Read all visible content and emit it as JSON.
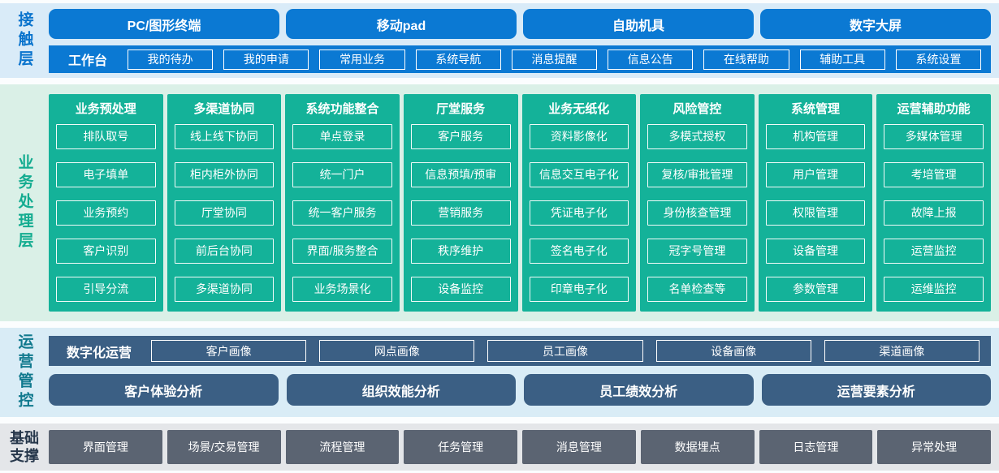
{
  "colors": {
    "accent_blue": "#0b79d3",
    "accent_green": "#14b299",
    "accent_slate": "#3b5f84",
    "accent_gray": "#5b6472",
    "bg_contact": "#d9ebf8",
    "bg_business": "#daf0e7",
    "bg_operation": "#d9ecf6",
    "bg_foundation": "#e4e6e9"
  },
  "layers": {
    "contact": {
      "label": "接触层",
      "channels": [
        "PC/图形终端",
        "移动pad",
        "自助机具",
        "数字大屏"
      ],
      "workbench": {
        "label": "工作台",
        "items": [
          "我的待办",
          "我的申请",
          "常用业务",
          "系统导航",
          "消息提醒",
          "信息公告",
          "在线帮助",
          "辅助工具",
          "系统设置"
        ]
      }
    },
    "business": {
      "label": "业务处理层",
      "columns": [
        {
          "title": "业务预处理",
          "items": [
            "排队取号",
            "电子填单",
            "业务预约",
            "客户识别",
            "引导分流"
          ]
        },
        {
          "title": "多渠道协同",
          "items": [
            "线上线下协同",
            "柜内柜外协同",
            "厅堂协同",
            "前后台协同",
            "多渠道协同"
          ]
        },
        {
          "title": "系统功能整合",
          "items": [
            "单点登录",
            "统一门户",
            "统一客户服务",
            "界面/服务整合",
            "业务场景化"
          ]
        },
        {
          "title": "厅堂服务",
          "items": [
            "客户服务",
            "信息预填/预审",
            "营销服务",
            "秩序维护",
            "设备监控"
          ]
        },
        {
          "title": "业务无纸化",
          "items": [
            "资料影像化",
            "信息交互电子化",
            "凭证电子化",
            "签名电子化",
            "印章电子化"
          ]
        },
        {
          "title": "风险管控",
          "items": [
            "多模式授权",
            "复核/审批管理",
            "身份核查管理",
            "冠字号管理",
            "名单检查等"
          ]
        },
        {
          "title": "系统管理",
          "items": [
            "机构管理",
            "用户管理",
            "权限管理",
            "设备管理",
            "参数管理"
          ]
        },
        {
          "title": "运营辅助功能",
          "items": [
            "多媒体管理",
            "考培管理",
            "故障上报",
            "运营监控",
            "运维监控"
          ]
        }
      ]
    },
    "operation": {
      "label": "运营管控",
      "digital": {
        "label": "数字化运营",
        "items": [
          "客户画像",
          "网点画像",
          "员工画像",
          "设备画像",
          "渠道画像"
        ]
      },
      "analysis": [
        "客户体验分析",
        "组织效能分析",
        "员工绩效分析",
        "运营要素分析"
      ]
    },
    "foundation": {
      "label": "基础支撑",
      "items": [
        "界面管理",
        "场景/交易管理",
        "流程管理",
        "任务管理",
        "消息管理",
        "数据埋点",
        "日志管理",
        "异常处理"
      ]
    }
  }
}
